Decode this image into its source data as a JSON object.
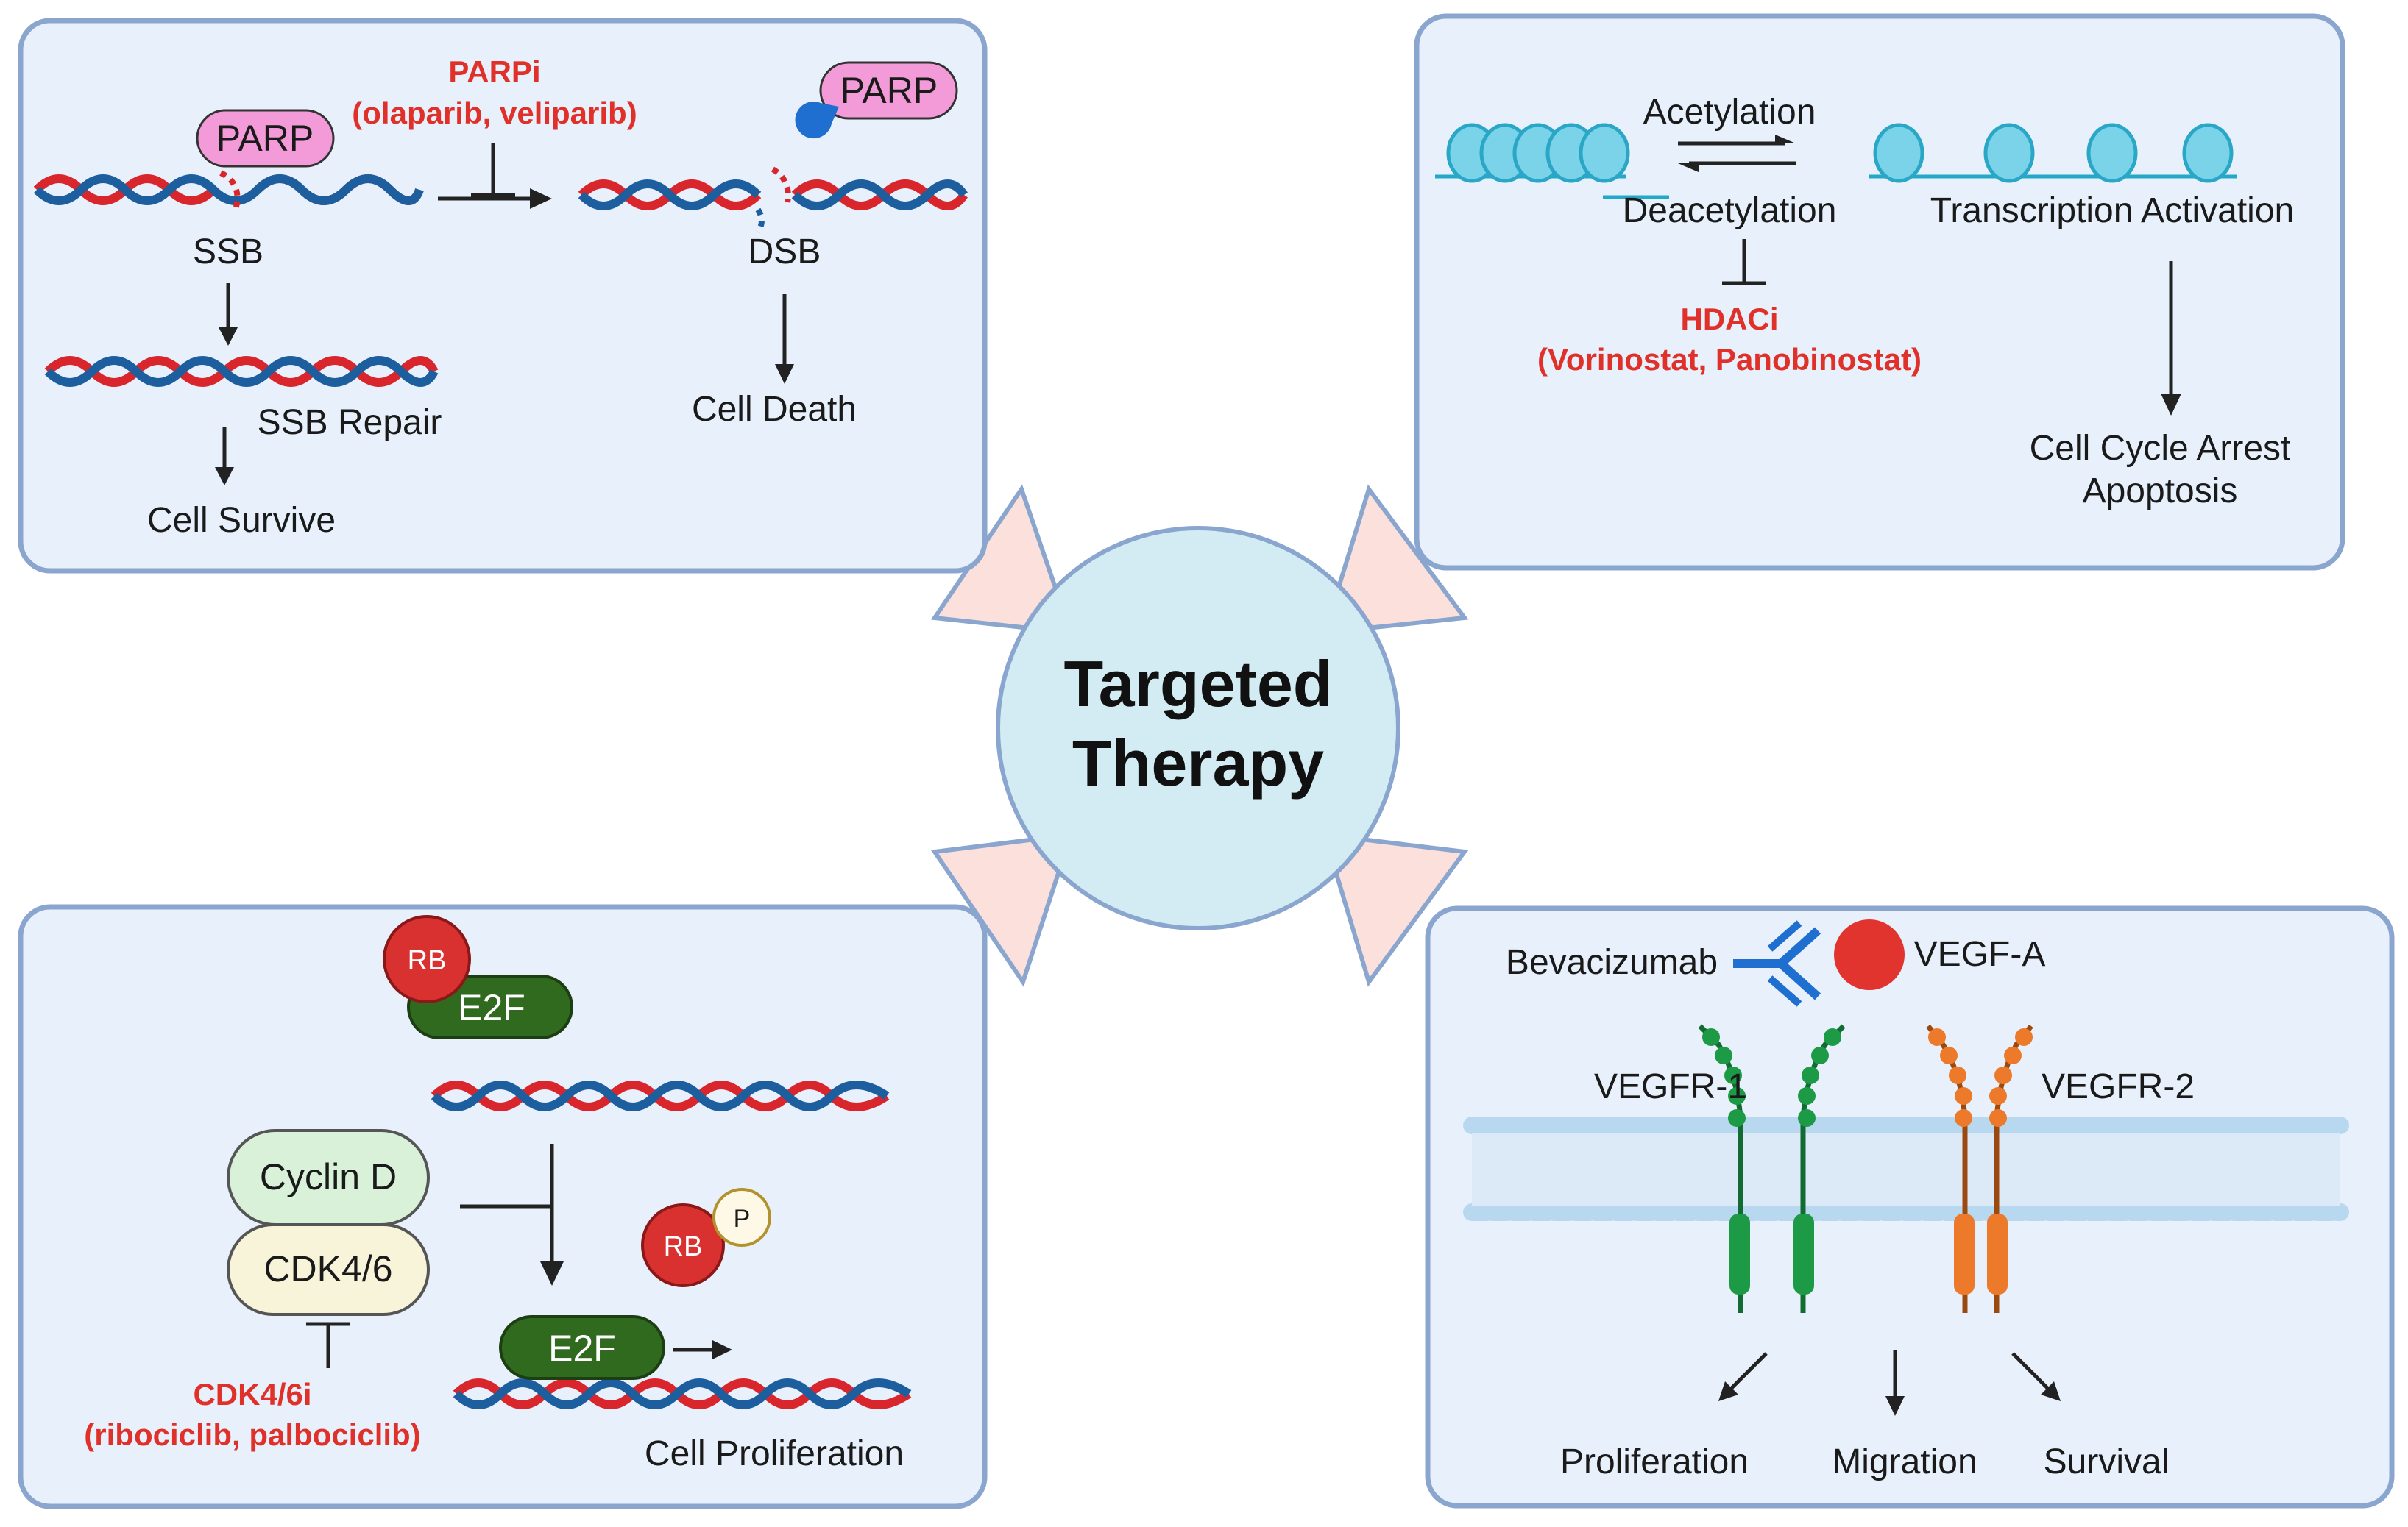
{
  "center": {
    "title_line1": "Targeted",
    "title_line2": "Therapy"
  },
  "parp_panel": {
    "parp_left": "PARP",
    "parp_right": "PARP",
    "inhibitor_name": "PARPi",
    "inhibitor_drugs": "(olaparib, veliparib)",
    "ssb": "SSB",
    "dsb": "DSB",
    "ssb_repair": "SSB Repair",
    "cell_survive": "Cell Survive",
    "cell_death": "Cell Death"
  },
  "hdac_panel": {
    "acetylation": "Acetylation",
    "deacetylation": "Deacetylation",
    "transcription_activation": "Transcription Activation",
    "inhibitor_name": "HDACi",
    "inhibitor_drugs": "(Vorinostat, Panobinostat)",
    "outcome_line1": "Cell Cycle Arrest",
    "outcome_line2": "Apoptosis"
  },
  "cdk_panel": {
    "rb_top": "RB",
    "e2f_top": "E2F",
    "cyclin": "Cyclin D",
    "cdk": "CDK4/6",
    "rb_mid": "RB",
    "phospho": "P",
    "e2f_bottom": "E2F",
    "inhibitor_name": "CDK4/6i",
    "inhibitor_drugs": "(ribociclib, palbociclib)",
    "cell_proliferation": "Cell Proliferation"
  },
  "vegf_panel": {
    "antibody": "Bevacizumab",
    "ligand": "VEGF-A",
    "receptor1": "VEGFR-1",
    "receptor2": "VEGFR-2",
    "proliferation": "Proliferation",
    "migration": "Migration",
    "survival": "Survival"
  },
  "colors": {
    "panel_fill": "#e8f1fb",
    "panel_stroke": "#8aa6cf",
    "dna_red": "#d8262c",
    "dna_blue": "#1d5f9e",
    "inhibitor_red": "#e0302a",
    "parp_pink": "#f29bd8",
    "center_fill": "#d3ecf3",
    "star_fill": "#fbe0dc",
    "receptor1": "#1c9a45",
    "receptor2": "#ec7a2a",
    "e2f_green": "#2f6a1e",
    "rb_red": "#d93030",
    "cyclin_fill": "#d8f1d8",
    "cdk_fill": "#f7f4d9",
    "membrane": "#b8d8f0"
  }
}
